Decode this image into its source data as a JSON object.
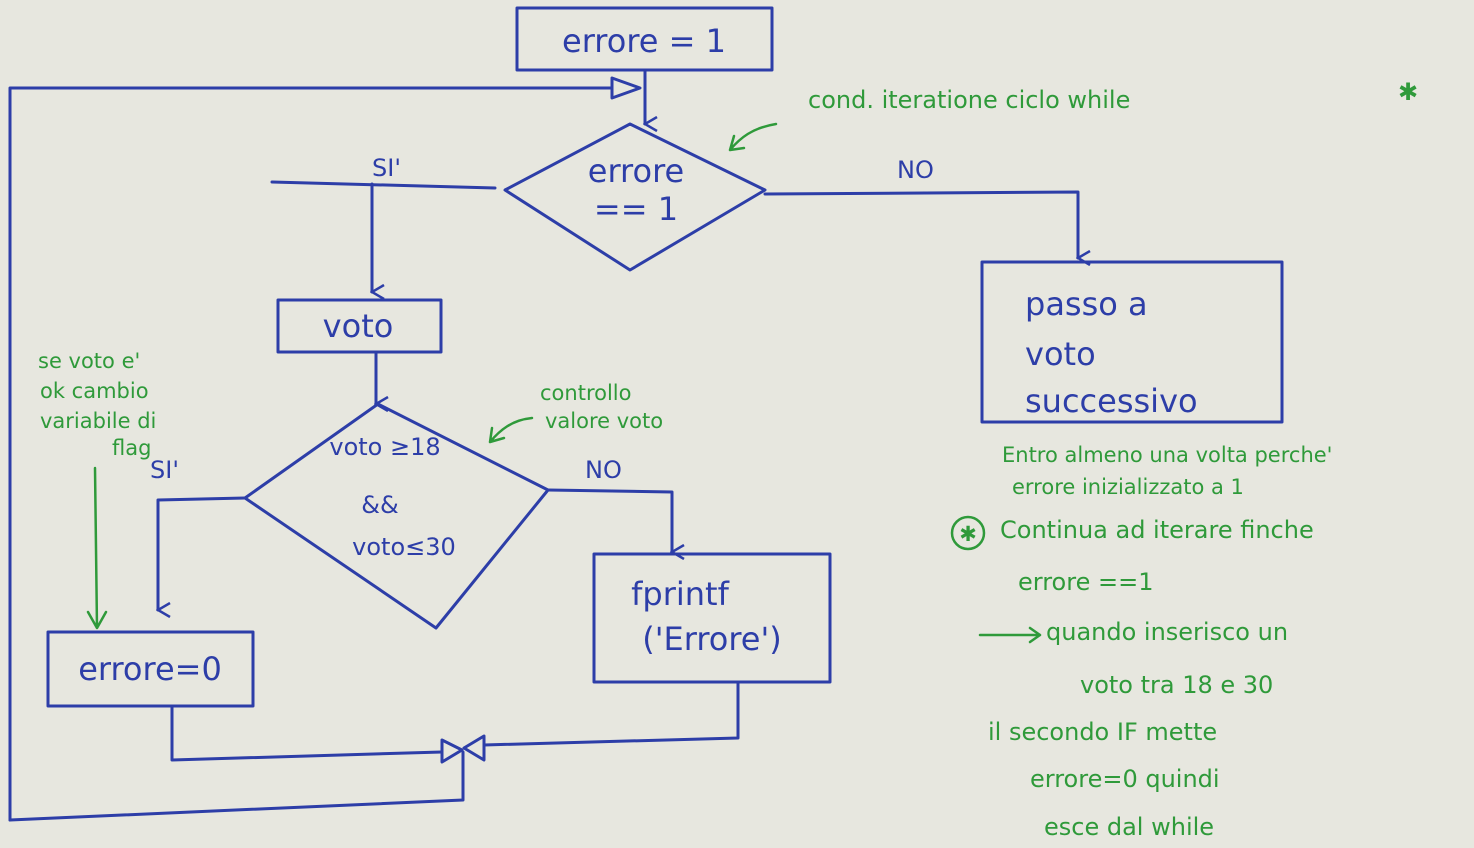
{
  "colors": {
    "blue_ink": "#2d3ea8",
    "green_ink": "#2f9a3a",
    "paper": "#e7e7df"
  },
  "nodes": {
    "init": "errore = 1",
    "while_cond_line1": "errore",
    "while_cond_line2": "== 1",
    "read_voto": "voto",
    "check_line1": "voto ≥18",
    "check_line2": "&&",
    "check_line3": "voto≤30",
    "set_error": "errore=0",
    "fprintf_line1": "fprintf",
    "fprintf_line2": "('Errore')",
    "next_line1": "passo a",
    "next_line2": "voto",
    "next_line3": "successivo"
  },
  "edges": {
    "while_yes": "SI'",
    "while_no": "NO",
    "check_yes": "SI'",
    "check_no": "NO"
  },
  "annotations": {
    "while_note": "cond. iteratione ciclo while",
    "check_note_line1": "controllo",
    "check_note_line2": "valore voto",
    "flag_note_line1": "se voto e'",
    "flag_note_line2": "ok cambio",
    "flag_note_line3": "variabile di",
    "flag_note_line4": "flag",
    "star_mark": "✱",
    "footnote_line1": "Entro almeno una volta perche'",
    "footnote_line2": "errore inizializzato a 1",
    "footnote_line3": "Continua ad iterare finche",
    "footnote_line4": "errore ==1",
    "footnote_line5": "quando inserisco un",
    "footnote_line6": "voto tra 18 e 30",
    "footnote_line7": "il secondo IF mette",
    "footnote_line8": "errore=0 quindi",
    "footnote_line9": "esce dal while"
  }
}
